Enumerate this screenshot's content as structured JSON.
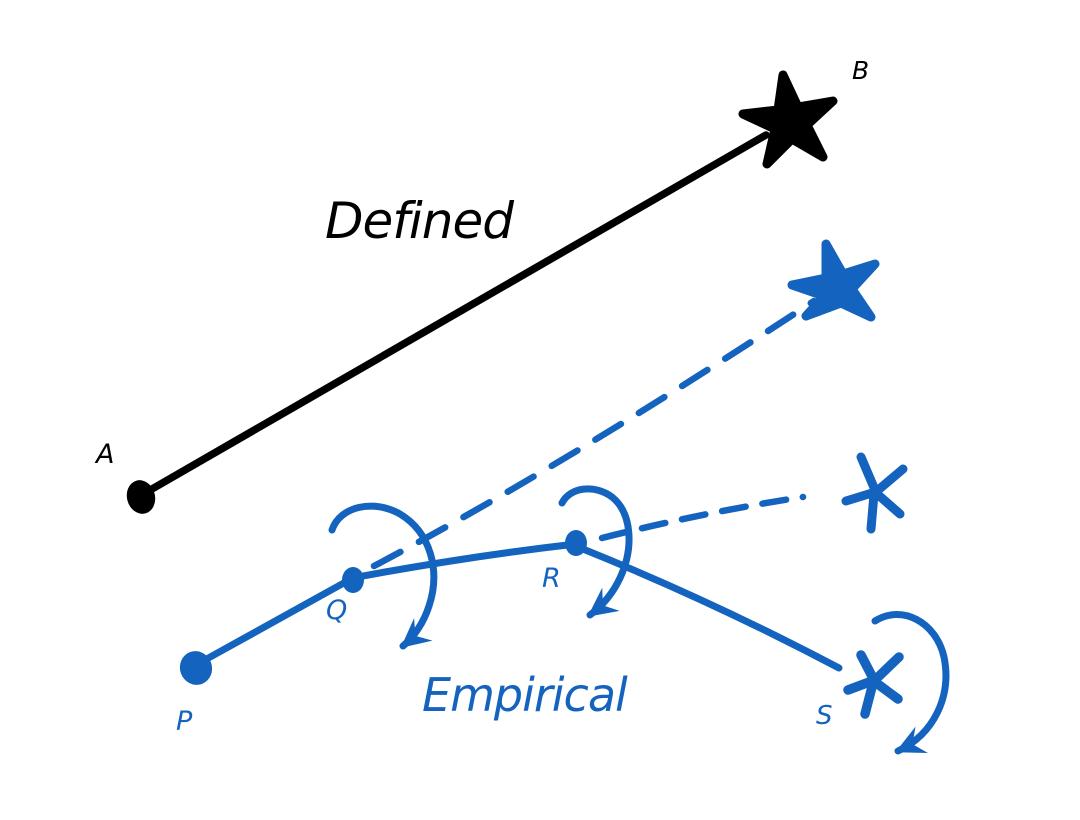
{
  "colors": {
    "defined": "#000000",
    "empirical": "#1463be",
    "background": "#ffffff"
  },
  "defined": {
    "caption": "Defined",
    "labels": {
      "a": "A",
      "b": "B"
    }
  },
  "empirical": {
    "caption": "Empirical",
    "labels": {
      "p": "P",
      "q": "Q",
      "r": "R",
      "s": "S"
    }
  }
}
